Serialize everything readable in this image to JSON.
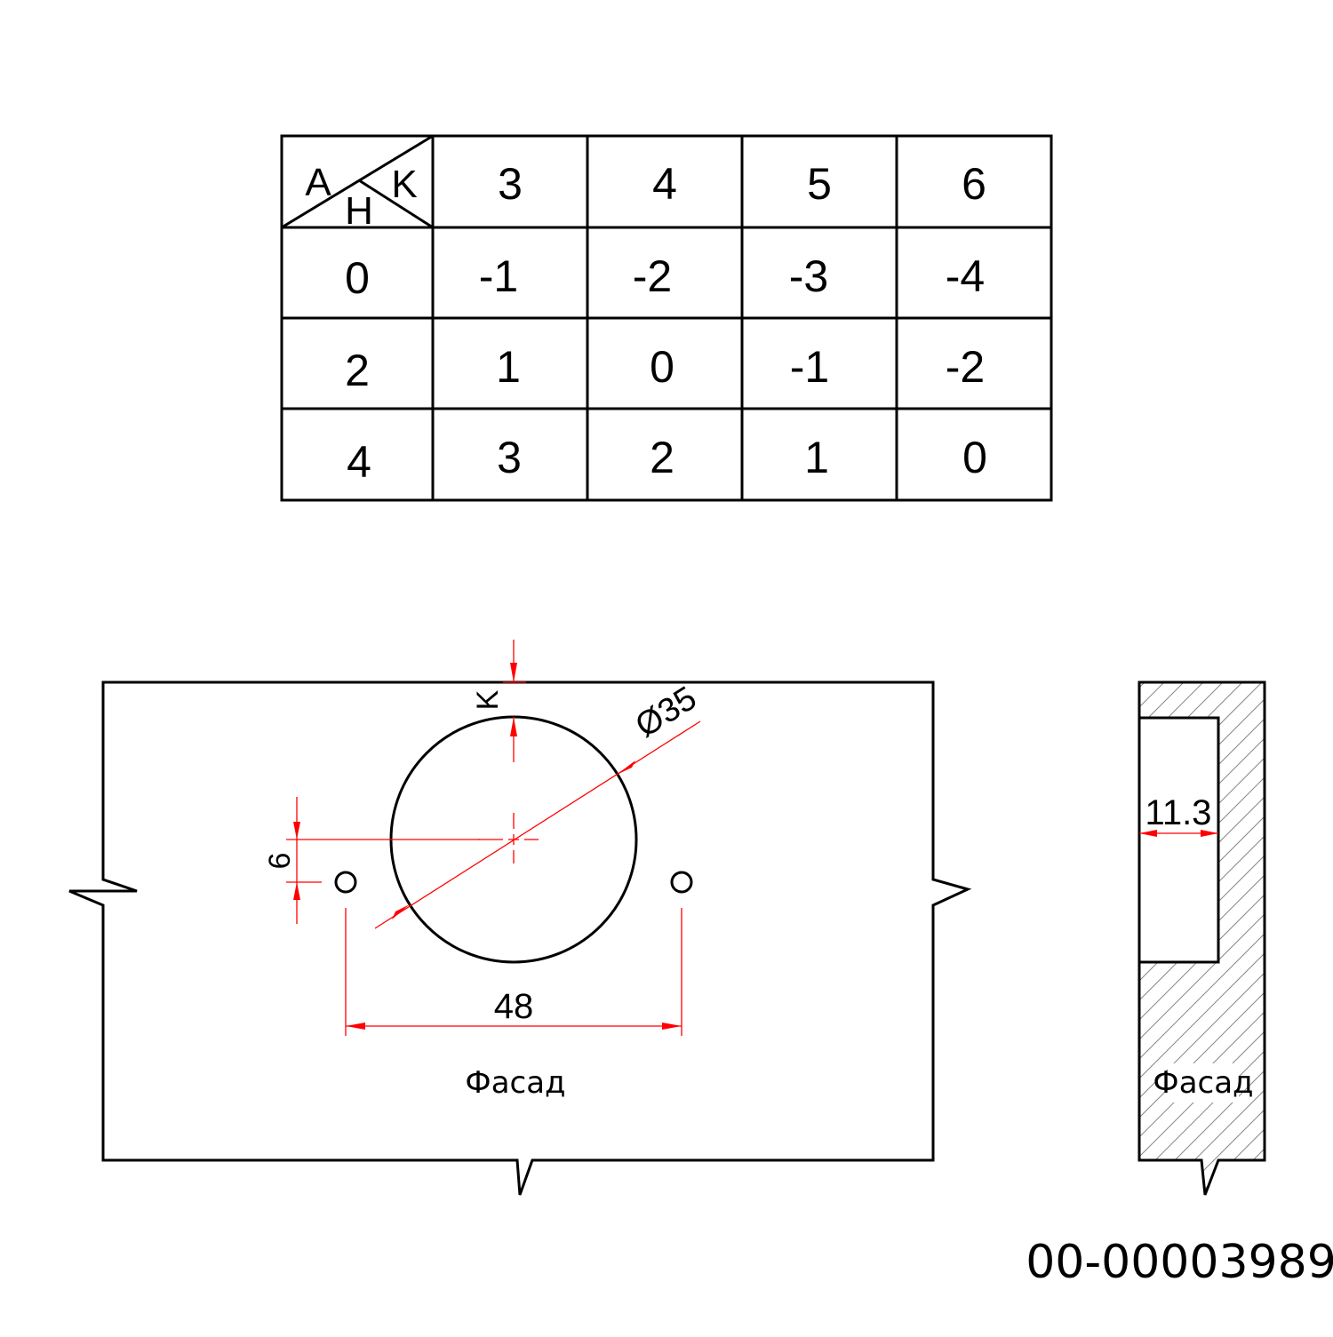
{
  "table": {
    "corner": {
      "a": "A",
      "h": "H",
      "k": "K"
    },
    "header": [
      "3",
      "4",
      "5",
      "6"
    ],
    "rows": [
      {
        "label": "0",
        "cells": [
          "-1",
          "-2",
          "-3",
          "-4"
        ]
      },
      {
        "label": "2",
        "cells": [
          "1",
          "0",
          "-1",
          "-2"
        ]
      },
      {
        "label": "4",
        "cells": [
          "3",
          "2",
          "1",
          "0"
        ]
      }
    ]
  },
  "front_view": {
    "dim_k": "K",
    "dim_diameter": "Ø35",
    "dim_offset": "6",
    "dim_spacing": "48",
    "label": "Фасад"
  },
  "side_view": {
    "dim_depth": "11.3",
    "label": "Фасад"
  },
  "part_number": "00-00003989",
  "colors": {
    "outline": "#000000",
    "dimension": "#ff0000",
    "hatch": "#888888"
  }
}
